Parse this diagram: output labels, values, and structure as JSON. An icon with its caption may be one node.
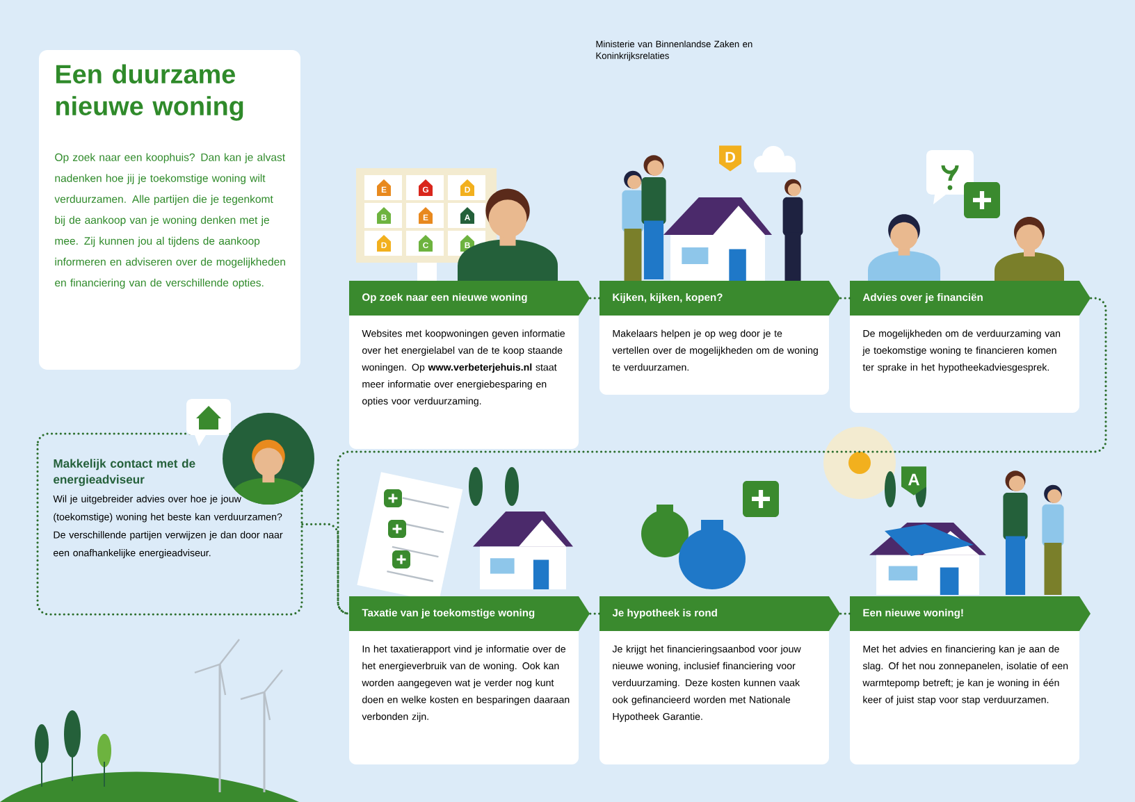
{
  "diagram": {
    "nodes": [
      {
        "text": [
          "Een duurzame nieuwe woning",
          "Op zoek naar een koophuis? Dan kan je alvast nadenken hoe jij je toekomstige woning wilt verduurzamen. Alle partijen die je tegenkomt bij de aankoop van je woning denken met je mee. Zij kunnen jou al tijdens de aankoop informeren en adviseren over de mogelijkheden en financiering van de verschillende opties."
        ]
      },
      {
        "text": [
          "Op zoek naar een nieuwe woning",
          "Websites met koopwoningen geven informatie over het energielabel van de te koop staande woningen. Op **www.verbeterjehuis.nl** staat meer informatie over energiebesparing en opties voor verduurzaming."
        ]
      },
      {
        "text": [
          "Kijken, kijken, kopen?",
          "Makelaars helpen je op weg door je te vertellen over de mogelijkheden om de woning te verduurzamen."
        ]
      },
      {
        "text": [
          "Advies over je financiën",
          "De mogelijkheden om de verduurzaming van je toekomstige woning te financieren komen ter sprake in het hypotheekadviesgesprek."
        ]
      },
      {
        "text": [
          "Taxatie van je toekomstige woning",
          "In het taxatierapport vind je informatie over de het energieverbruik van de woning. Ook kan worden aangegeven wat je verder nog kunt doen en welke kosten en besparingen daaraan verbonden zijn."
        ]
      },
      {
        "text": [
          "Je hypotheek is rond",
          "Je krijgt het financieringsaanbod voor jouw nieuwe woning, inclusief financiering voor verduurzaming. Deze kosten kunnen vaak ook gefinancieerd worden met Nationale Hypotheek Garantie."
        ]
      },
      {
        "text": [
          "Een nieuwe woning!",
          "Met het advies en financiering kan je aan de slag. Of het nou zonnepanelen, isolatie of een warmtepomp betreft; je kan je woning in één keer of juist stap voor stap verduurzamen."
        ]
      },
      {
        "text": [
          "Makkelijk contact met de energieadviseur",
          "Wil je uitgebreider advies over hoe je jouw (toekomstige) woning het beste kan verduurzamen? De verschillende partijen verwijzen je dan door naar een onafhankelijke energieadviseur."
        ]
      }
    ],
    "edges": [
      {
        "from": 1,
        "to": 2,
        "arrow": "none"
      },
      {
        "from": 2,
        "to": 3,
        "arrow": "none"
      },
      {
        "from": 3,
        "to": 4,
        "arrow": "none"
      },
      {
        "from": 4,
        "to": 5,
        "arrow": "none"
      },
      {
        "from": 5,
        "to": 6,
        "arrow": "none"
      },
      {
        "from": 7,
        "to": 4,
        "arrow": "none"
      }
    ],
    "labels": [
      "Ministerie van Binnenlandse Zaken en Koninkrijksrelaties",
      "E",
      "G",
      "D",
      "B",
      "E",
      "A",
      "D",
      "C",
      "B",
      "D",
      "A"
    ]
  }
}
